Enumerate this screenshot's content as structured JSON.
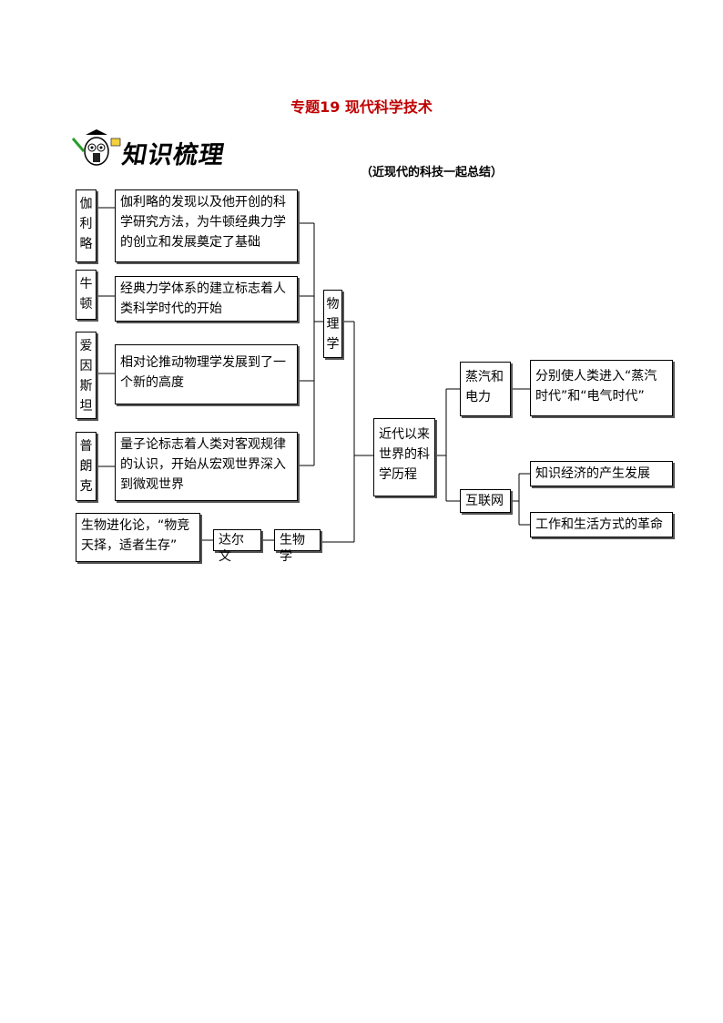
{
  "page_title": "专题19 现代科学技术",
  "banner": {
    "text": "知识梳理",
    "icon": "owl-mascot-icon"
  },
  "subtitle": "（近现代的科技一起总结）",
  "physics": {
    "label": "物\n理\n学",
    "scientists": [
      {
        "name": "伽\n利\n略",
        "desc": "伽利略的发现以及他开创的科学研究方法，为牛顿经典力学的创立和发展奠定了基础"
      },
      {
        "name": "牛\n顿",
        "desc": "经典力学体系的建立标志着人类科学时代的开始"
      },
      {
        "name": "爱\n因\n斯\n坦",
        "desc": "相对论推动物理学发展到了一个新的高度"
      },
      {
        "name": "普\n朗\n克",
        "desc": "量子论标志着人类对客观规律的认识，开始从宏观世界深入到微观世界"
      }
    ]
  },
  "biology": {
    "label": "生物学",
    "scientist": "达尔文",
    "desc": "生物进化论，“物竞天择，适者生存”"
  },
  "center": "近代以来世界的科学历程",
  "tech": [
    {
      "label": "蒸汽和电力",
      "items": [
        "分别使人类进入“蒸汽时代”和“电气时代”"
      ]
    },
    {
      "label": "互联网",
      "items": [
        "知识经济的产生发展",
        "工作和生活方式的革命"
      ]
    }
  ]
}
